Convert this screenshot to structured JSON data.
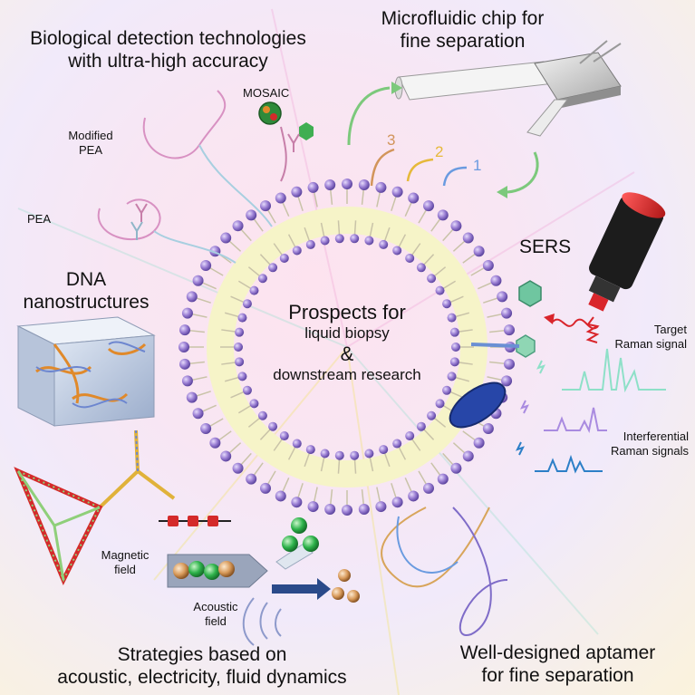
{
  "labels": {
    "bio_detection": [
      "Biological detection technologies",
      "with ultra-high accuracy"
    ],
    "microfluidic": [
      "Microfluidic chip for",
      "fine separation"
    ],
    "mosaic": "MOSAIC",
    "modified_pea": [
      "Modified",
      "PEA"
    ],
    "pea": "PEA",
    "dna_nano": [
      "DNA",
      "nanostructures"
    ],
    "sers": "SERS",
    "target_raman": [
      "Target",
      "Raman signal"
    ],
    "interferential_raman": [
      "Interferential",
      "Raman signals"
    ],
    "center": {
      "title": "Prospects for",
      "line1": "liquid biopsy",
      "amp": "&",
      "line2": "downstream research"
    },
    "magnetic": [
      "Magnetic",
      "field"
    ],
    "acoustic": [
      "Acoustic",
      "field"
    ],
    "strategies": [
      "Strategies based on",
      "acoustic, electricity, fluid dynamics"
    ],
    "aptamer": [
      "Well-designed aptamer",
      "for fine separation"
    ],
    "steps": [
      "3",
      "2",
      "1"
    ]
  },
  "colors": {
    "lipid_head": "#9b7fd4",
    "lipid_ring": "#f6f4c8",
    "sers_body": "#1c1c1c",
    "sers_lens": "#d9252b",
    "target_signal": "#8ee0c8",
    "interferential_1": "#a98be0",
    "interferential_2": "#2c7fc7",
    "bead_green": "#2db24a",
    "bead_copper": "#d89a5a",
    "aptamer_ellipse": "#2746a8"
  }
}
